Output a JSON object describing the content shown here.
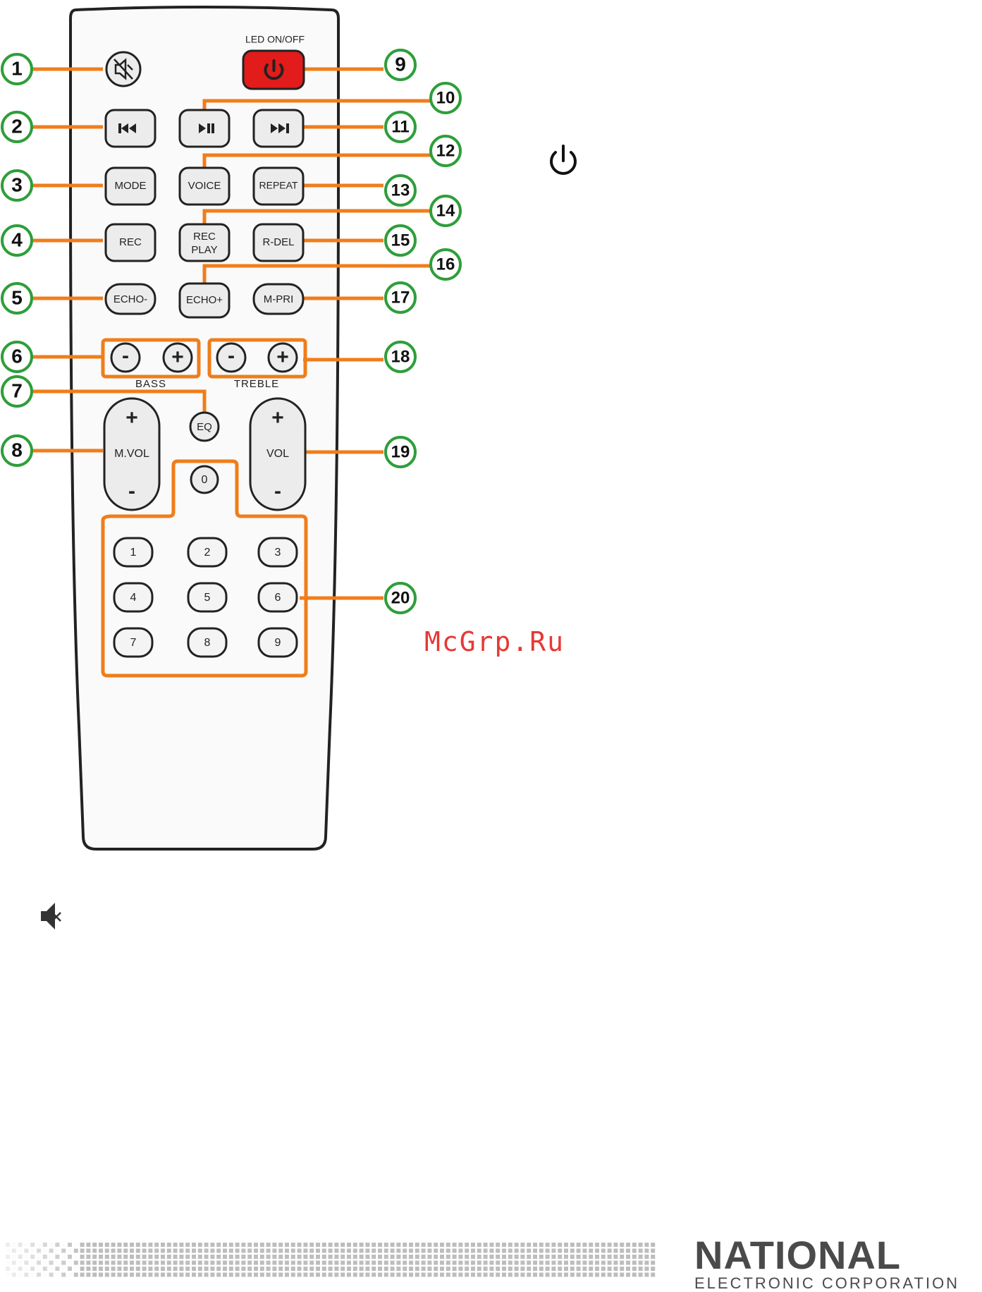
{
  "remote": {
    "led_label": "LED ON/OFF",
    "buttons": {
      "mode": "MODE",
      "voice": "VOICE",
      "repeat": "REPEAT",
      "rec": "REC",
      "rec_play_line1": "REC",
      "rec_play_line2": "PLAY",
      "r_del": "R-DEL",
      "echo_minus": "ECHO-",
      "echo_plus": "ECHO+",
      "m_pri": "M-PRI",
      "eq": "EQ",
      "m_vol": "M.VOL",
      "vol": "VOL",
      "minus": "-",
      "plus": "+",
      "digits": [
        "0",
        "1",
        "2",
        "3",
        "4",
        "5",
        "6",
        "7",
        "8",
        "9"
      ]
    },
    "bass_label": "BASS",
    "treble_label": "TREBLE"
  },
  "callouts": [
    "1",
    "2",
    "3",
    "4",
    "5",
    "6",
    "7",
    "8",
    "9",
    "10",
    "11",
    "12",
    "13",
    "14",
    "15",
    "16",
    "17",
    "18",
    "19",
    "20"
  ],
  "watermark": "McGrp.Ru",
  "brand": {
    "name": "NATIONAL",
    "subtitle": "ELECTRONIC CORPORATION"
  },
  "colors": {
    "leader": "#f07d1a",
    "callout_ring": "#2e9e3a",
    "led_button": "#e21b1b",
    "button_fill": "#ececec",
    "watermark": "#e53935"
  },
  "icons": {
    "mute_button": "mute-icon",
    "led_button": "power-icon",
    "prev": "previous-icon",
    "play_pause": "play-pause-icon",
    "next": "next-icon",
    "power_legend": "power-icon",
    "mute_legend": "speaker-mute-icon"
  }
}
